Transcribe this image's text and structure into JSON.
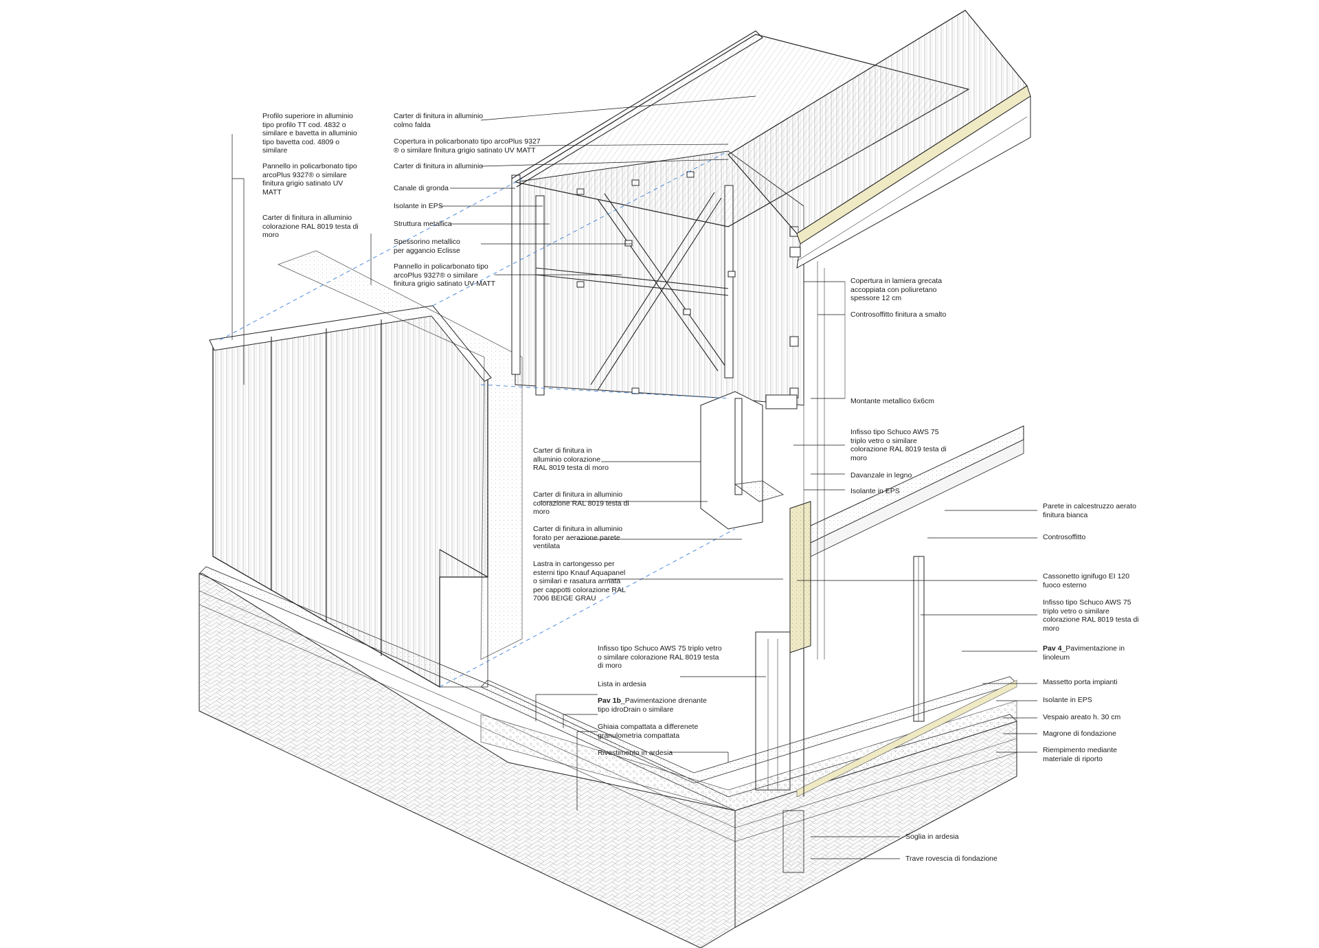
{
  "labels_left": [
    {
      "id": "profilo-superiore",
      "text": "Profilo superiore in alluminio\ntipo profilo TT cod. 4832 o\nsimilare e bavetta in alluminio\ntipo bavetta cod. 4809 o\nsimilare"
    },
    {
      "id": "pannello-policarbonato-1",
      "text": "Pannello in policarbonato tipo\narcoPlus 9327® o similare\nfinitura grigio satinato UV\nMATT"
    },
    {
      "id": "carter-ral8019",
      "text": "Carter di finitura in alluminio\ncolorazione RAL 8019 testa di\nmoro"
    }
  ],
  "labels_center_top": [
    {
      "id": "carter-colmo",
      "text": "Carter di finitura in alluminio\ncolmo falda"
    },
    {
      "id": "copertura-policarbonato",
      "text": "Copertura in policarbonato tipo arcoPlus 9327\n® o similare finitura grigio satinato UV MATT"
    },
    {
      "id": "carter-alluminio",
      "text": "Carter di finitura in alluminio"
    },
    {
      "id": "canale-gronda",
      "text": "Canale di gronda"
    },
    {
      "id": "isolante-eps-1",
      "text": "Isolante in EPS"
    },
    {
      "id": "struttura-metallica",
      "text": "Struttura metallica"
    },
    {
      "id": "spessorino",
      "text": "Spessorino metallico\nper aggancio Eclisse"
    },
    {
      "id": "pannello-policarbonato-2",
      "text": "Pannello in policarbonato tipo\narcoPlus 9327® o similare\nfinitura grigio satinato UV MATT"
    }
  ],
  "labels_center_mid": [
    {
      "id": "carter-ral8019-2",
      "text": "Carter di finitura in\nalluminio colorazione\nRAL 8019 testa di moro"
    },
    {
      "id": "carter-ral8019-3",
      "text": "Carter di finitura in alluminio\ncolorazione RAL 8019 testa di\nmoro"
    },
    {
      "id": "carter-forato",
      "text": "Carter di finitura in alluminio\nforato per aerazione parete\nventilata"
    },
    {
      "id": "lastra-cartongesso",
      "text": "Lastra in cartongesso per\nesterni tipo Knauf Aquapanel\no similari e rasatura armata\nper cappotti colorazione RAL\n7006 BEIGE GRAU"
    }
  ],
  "labels_center_low": [
    {
      "id": "infisso-schuco-1",
      "text": "Infisso tipo Schuco AWS 75 triplo vetro\no similare colorazione RAL 8019 testa\ndi moro"
    },
    {
      "id": "lista-ardesia",
      "text": "Lista in ardesia"
    },
    {
      "id": "pav-1b",
      "bold": "Pav 1b",
      "text": "_Pavimentazione drenante\ntipo idroDrain o similare"
    },
    {
      "id": "ghiaia",
      "text": "Ghiaia compattata a differenete\ngranulometria compattata"
    },
    {
      "id": "rivestimento-ardesia",
      "text": "Rivestimento in ardesia"
    }
  ],
  "labels_right_upper": [
    {
      "id": "copertura-lamiera",
      "text": "Copertura in lamiera grecata\naccoppiata con poliuretano\nspessore 12 cm"
    },
    {
      "id": "controsoffitto-smalto",
      "text": "Controsoffitto finitura a smalto"
    },
    {
      "id": "montante-metallico",
      "text": "Montante metallico 6x6cm"
    },
    {
      "id": "infisso-schuco-2",
      "text": "Infisso tipo Schuco AWS 75\ntriplo vetro o similare\ncolorazione RAL 8019 testa di\nmoro"
    },
    {
      "id": "davanzale-legno",
      "text": "Davanzale in legno"
    },
    {
      "id": "isolante-eps-2",
      "text": "Isolante in EPS"
    }
  ],
  "labels_right_lower": [
    {
      "id": "parete-calcestruzzo",
      "text": "Parete in calcestruzzo aerato\nfinitura bianca"
    },
    {
      "id": "controsoffitto",
      "text": "Controsoffitto"
    },
    {
      "id": "cassonetto",
      "text": "Cassonetto ignifugo EI 120\nfuoco esterno"
    },
    {
      "id": "infisso-schuco-3",
      "text": "Infisso tipo Schuco AWS 75\ntriplo vetro o similare\ncolorazione RAL 8019 testa di\nmoro"
    },
    {
      "id": "pav-4",
      "bold": "Pav 4",
      "text": "_Pavimentazione in\nlinoleum"
    },
    {
      "id": "massetto",
      "text": "Massetto porta impianti"
    },
    {
      "id": "isolante-eps-3",
      "text": "Isolante in EPS"
    },
    {
      "id": "vespaio",
      "text": "Vespaio areato h. 30 cm"
    },
    {
      "id": "magrone",
      "text": "Magrone di fondazione"
    },
    {
      "id": "riempimento",
      "text": "Riempimento mediante\nmateriale di riporto"
    },
    {
      "id": "soglia-ardesia",
      "text": "Soglia in ardesia"
    },
    {
      "id": "trave-rovescia",
      "text": "Trave rovescia di fondazione"
    }
  ],
  "colors": {
    "line": "#222222",
    "dashed_leader": "#3b7fd6",
    "insulation": "#efe9c4",
    "background": "#ffffff"
  }
}
